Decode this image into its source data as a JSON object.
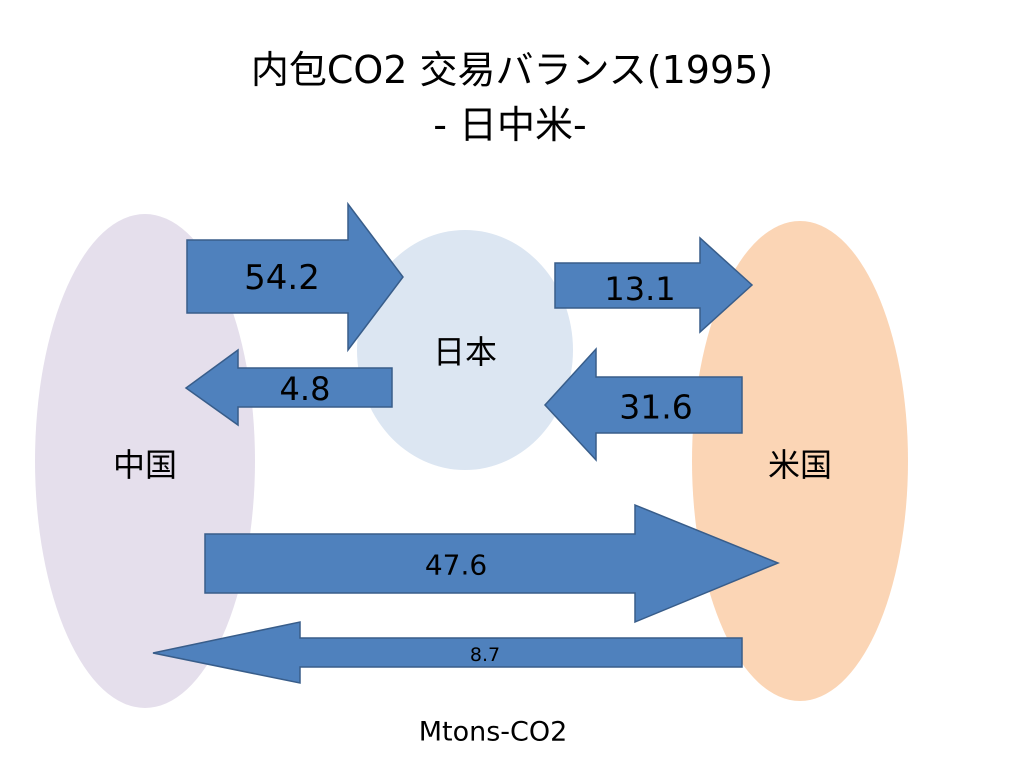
{
  "title": {
    "line1": "内包CO2 交易バランス(1995)",
    "line2": "- 日中米-"
  },
  "nodes": [
    {
      "label": "中国",
      "color": "#e5dfec"
    },
    {
      "label": "日本",
      "color": "#dce6f2"
    },
    {
      "label": "米国",
      "color": "#fbd5b5"
    }
  ],
  "flows": [
    {
      "from": 0,
      "to": 1,
      "value": "54.2"
    },
    {
      "from": 1,
      "to": 2,
      "value": "13.1"
    },
    {
      "from": 1,
      "to": 0,
      "value": "4.8"
    },
    {
      "from": 2,
      "to": 1,
      "value": "31.6"
    },
    {
      "from": 0,
      "to": 2,
      "value": "47.6"
    },
    {
      "from": 2,
      "to": 0,
      "value": "8.7"
    }
  ],
  "unit": "Mtons-CO2",
  "colors": {
    "arrow_fill": "#4f81bd",
    "arrow_stroke": "#385d8a"
  }
}
